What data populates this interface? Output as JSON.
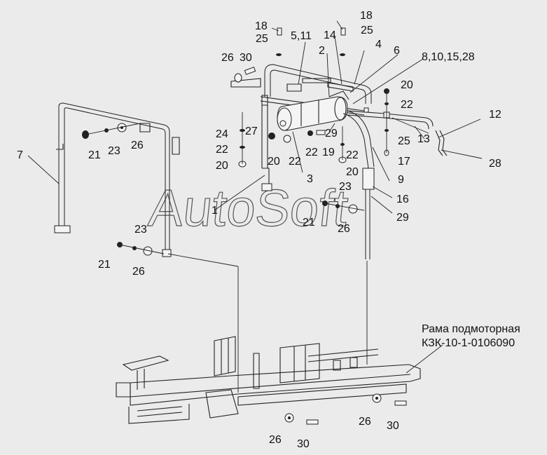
{
  "callouts": [
    {
      "id": "c18a",
      "text": "18"
    },
    {
      "id": "c18b",
      "text": "18"
    },
    {
      "id": "c25a",
      "text": "25"
    },
    {
      "id": "c25b",
      "text": "25"
    },
    {
      "id": "c511",
      "text": "5,11"
    },
    {
      "id": "c14",
      "text": "14"
    },
    {
      "id": "c2",
      "text": "2"
    },
    {
      "id": "c4",
      "text": "4"
    },
    {
      "id": "c6",
      "text": "6"
    },
    {
      "id": "c8",
      "text": "8,10,15,28"
    },
    {
      "id": "c26a",
      "text": "26"
    },
    {
      "id": "c30a",
      "text": "30"
    },
    {
      "id": "c20a",
      "text": "20"
    },
    {
      "id": "c22a",
      "text": "22"
    },
    {
      "id": "c12",
      "text": "12"
    },
    {
      "id": "c13",
      "text": "13"
    },
    {
      "id": "c25c",
      "text": "25"
    },
    {
      "id": "c17",
      "text": "17"
    },
    {
      "id": "c28",
      "text": "28"
    },
    {
      "id": "c7",
      "text": "7"
    },
    {
      "id": "c21a",
      "text": "21"
    },
    {
      "id": "c23a",
      "text": "23"
    },
    {
      "id": "c26b",
      "text": "26"
    },
    {
      "id": "c24",
      "text": "24"
    },
    {
      "id": "c27",
      "text": "27"
    },
    {
      "id": "c22b",
      "text": "22"
    },
    {
      "id": "c20b",
      "text": "20"
    },
    {
      "id": "c20c",
      "text": "20"
    },
    {
      "id": "c22c",
      "text": "22"
    },
    {
      "id": "c22d",
      "text": "22"
    },
    {
      "id": "c19",
      "text": "19"
    },
    {
      "id": "c29a",
      "text": "29"
    },
    {
      "id": "c3",
      "text": "3"
    },
    {
      "id": "c22e",
      "text": "22"
    },
    {
      "id": "c20d",
      "text": "20"
    },
    {
      "id": "c9",
      "text": "9"
    },
    {
      "id": "c16",
      "text": "16"
    },
    {
      "id": "c29b",
      "text": "29"
    },
    {
      "id": "c23b",
      "text": "23"
    },
    {
      "id": "c21b",
      "text": "21"
    },
    {
      "id": "c26c",
      "text": "26"
    },
    {
      "id": "c23c",
      "text": "23"
    },
    {
      "id": "c21c",
      "text": "21"
    },
    {
      "id": "c26d",
      "text": "26"
    },
    {
      "id": "c1",
      "text": "1"
    },
    {
      "id": "c26e",
      "text": "26"
    },
    {
      "id": "c30b",
      "text": "30"
    },
    {
      "id": "c26f",
      "text": "26"
    },
    {
      "id": "c30c",
      "text": "30"
    }
  ],
  "frame_label": {
    "line1": "Рама подмоторная",
    "line2": "КЗК-10-1-0106090"
  },
  "watermark": "AutoSoft"
}
